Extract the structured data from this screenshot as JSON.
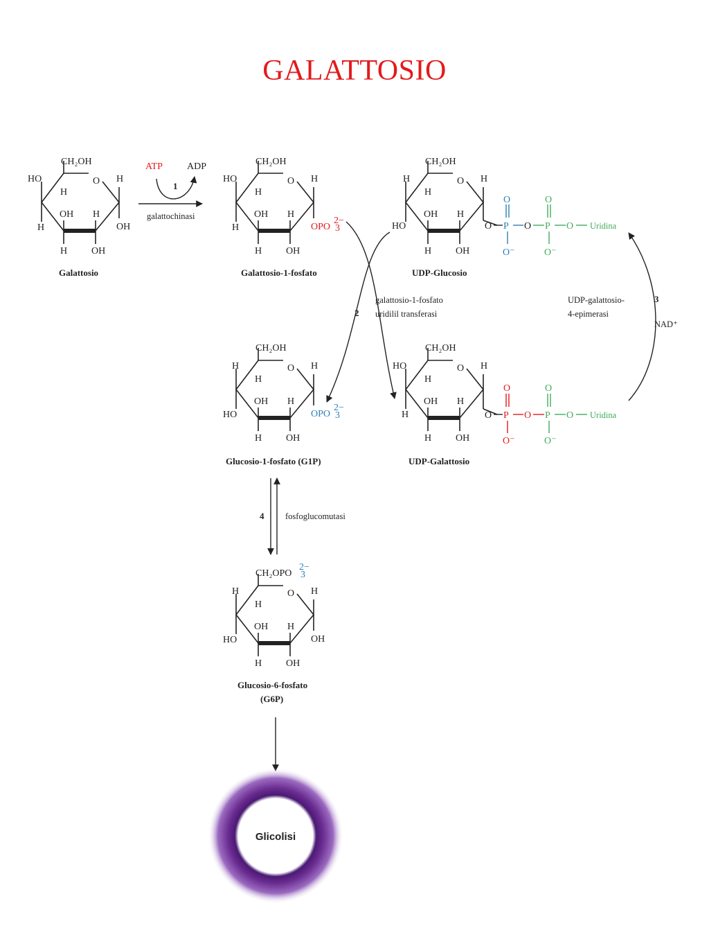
{
  "title": "GALATTOSIO",
  "atoms": {
    "ch2oh": "CH₂OH",
    "ho": "HO",
    "oh": "OH",
    "h": "H",
    "o": "O",
    "p": "P",
    "o_minus": "O⁻",
    "opo": "OPO",
    "charge": "2−",
    "sub3": "3",
    "ch2opo": "CH₂OPO"
  },
  "molecules": {
    "galattosio": "Galattosio",
    "galattosio_1_fosfato": "Galattosio-1-fosfato",
    "udp_glucosio": "UDP-Glucosio",
    "glucosio_1_fosfato": "Glucosio-1-fosfato (G1P)",
    "udp_galattosio": "UDP-Galattosio",
    "glucosio_6_fosfato_l1": "Glucosio-6-fosfato",
    "glucosio_6_fosfato_l2": "(G6P)"
  },
  "reactions": {
    "step1_number": "1",
    "step1_enzyme": "galattochinasi",
    "atp": "ATP",
    "adp": "ADP",
    "step2_number": "2",
    "step2_enzyme_l1": "galattosio-1-fosfato",
    "step2_enzyme_l2": "uridilil transferasi",
    "step3_number": "3",
    "step3_enzyme_l1": "UDP-galattosio-",
    "step3_enzyme_l2": "4-epimerasi",
    "nad": "NAD⁺",
    "step4_number": "4",
    "step4_enzyme": "fosfoglucomutasi",
    "uridina": "Uridina"
  },
  "pathway": {
    "glicolisi": "Glicolisi"
  },
  "colors": {
    "title": "#e31a1c",
    "atp": "#e31a1c",
    "phosphate_blue": "#2c7fb8",
    "phosphate_red": "#e31a1c",
    "uridine_green": "#41ab5d",
    "ring_purple": "#6a2c91"
  }
}
